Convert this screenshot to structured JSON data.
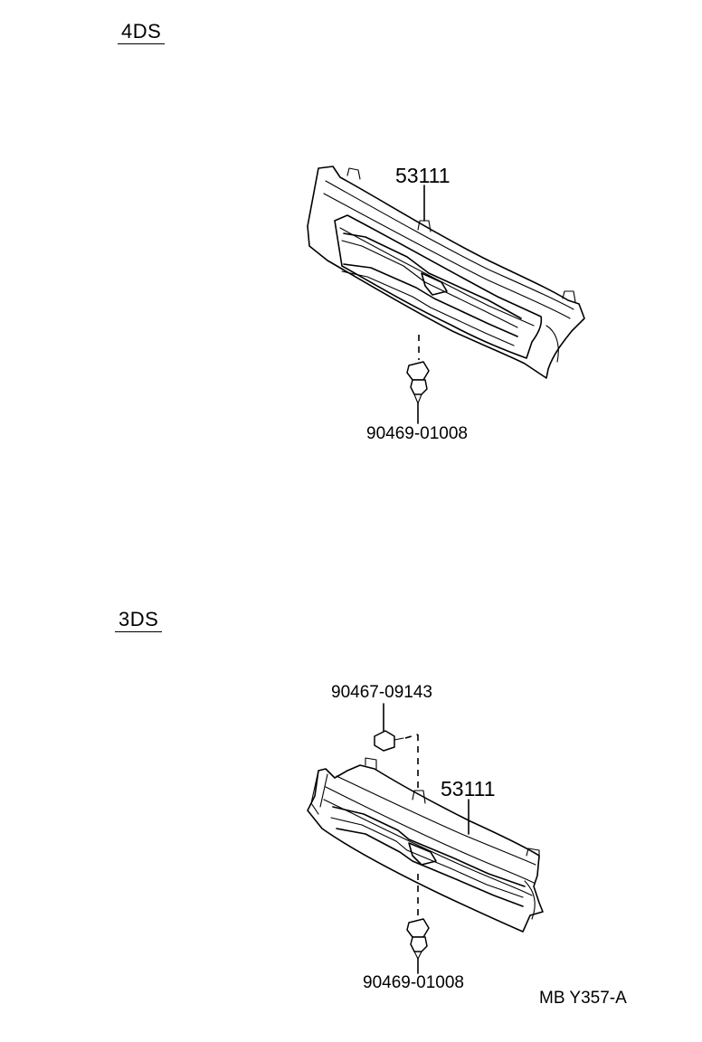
{
  "sections": [
    {
      "label": "4DS",
      "grille_part": "53111",
      "clip_parts": [
        "90469-01008"
      ]
    },
    {
      "label": "3DS",
      "grille_part": "53111",
      "clip_parts": [
        "90467-09143",
        "90469-01008"
      ]
    }
  ],
  "footer_ref": "MB Y357-A"
}
